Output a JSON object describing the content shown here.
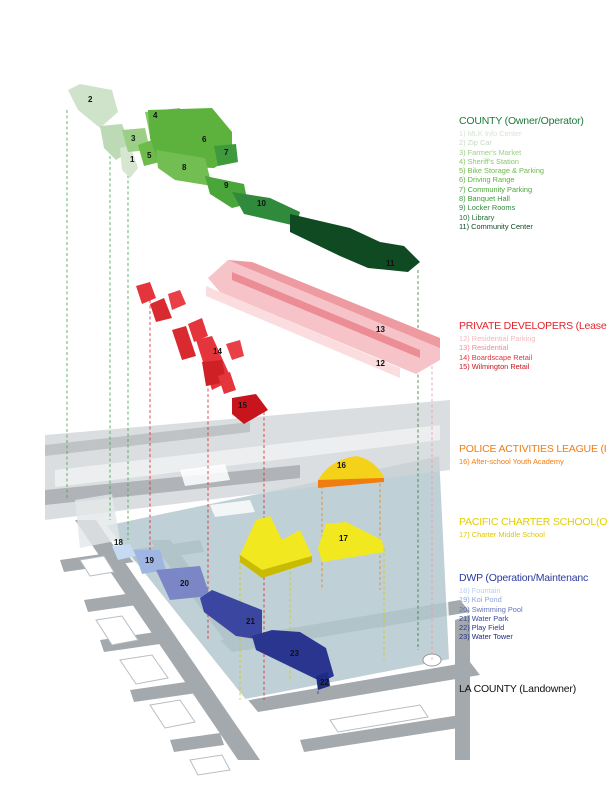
{
  "colors": {
    "county": "#1e7a3a",
    "private": "#e0242c",
    "police": "#f07d10",
    "charter": "#e6d800",
    "dwp": "#2a3a9e",
    "landowner": "#111111"
  },
  "legend": [
    {
      "key": "county",
      "title": "COUNTY (Owner/Operator)",
      "items": [
        {
          "text": "1) MLK Info Center",
          "color": "#d6e6d0"
        },
        {
          "text": "2) Zip Car",
          "color": "#c3dcc0"
        },
        {
          "text": "3) Farmer's Market",
          "color": "#9bcf86"
        },
        {
          "text": "4) Sheriff's Station",
          "color": "#88c86a"
        },
        {
          "text": "5) Bike Storage & Parking",
          "color": "#6dbb4a"
        },
        {
          "text": "6) Driving Range",
          "color": "#5cb23c"
        },
        {
          "text": "7) Community Parking",
          "color": "#4aa53a"
        },
        {
          "text": "8) Banquet Hall",
          "color": "#3e9a3c"
        },
        {
          "text": "9) Locker Rooms",
          "color": "#2f8a3c"
        },
        {
          "text": "10) Library",
          "color": "#1f6e33"
        },
        {
          "text": "11) Community Center",
          "color": "#0f4a22"
        }
      ]
    },
    {
      "key": "private",
      "title": "PRIVATE DEVELOPERS (Lease",
      "items": [
        {
          "text": "12) Residential Parking",
          "color": "#f3b8be"
        },
        {
          "text": "13) Residential",
          "color": "#ee8e96"
        },
        {
          "text": "14) Boardscape Retail",
          "color": "#e3353b"
        },
        {
          "text": "15) Wilmington Retail",
          "color": "#c8141c"
        }
      ]
    },
    {
      "key": "police",
      "title": "POLICE ACTIVITIES LEAGUE (I",
      "items": [
        {
          "text": "16) After-school Youth Academy",
          "color": "#f07d10"
        }
      ]
    },
    {
      "key": "charter",
      "title": "PACIFIC CHARTER SCHOOL(O",
      "items": [
        {
          "text": "17) Charter Middle School",
          "color": "#e0c800"
        }
      ]
    },
    {
      "key": "dwp",
      "title": "DWP (Operation/Maintenanc",
      "items": [
        {
          "text": "18) Fountain",
          "color": "#b8d0ee"
        },
        {
          "text": "19) Koi Pond",
          "color": "#8ea6d8"
        },
        {
          "text": "20) Swimming Pool",
          "color": "#6672b8"
        },
        {
          "text": "21) Water Park",
          "color": "#3a46a0"
        },
        {
          "text": "22) Play Field",
          "color": "#2a3590"
        },
        {
          "text": "23) Water Tower",
          "color": "#1e2a84"
        }
      ]
    },
    {
      "key": "landowner",
      "title": "LA COUNTY (Landowner)",
      "items": []
    }
  ],
  "numbers": [
    "1",
    "2",
    "3",
    "4",
    "5",
    "6",
    "7",
    "8",
    "9",
    "10",
    "11",
    "12",
    "13",
    "14",
    "15",
    "16",
    "17",
    "18",
    "19",
    "20",
    "21",
    "22",
    "23"
  ]
}
